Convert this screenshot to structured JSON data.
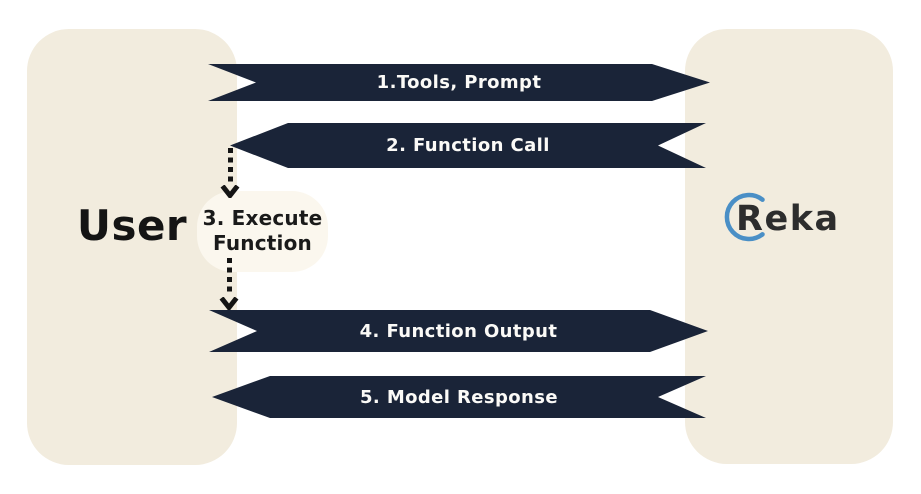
{
  "diagram": {
    "title_semantic": "function-calling-flow-between-user-and-reka",
    "colors": {
      "background": "#ffffff",
      "panel_fill": "#f2ecde",
      "banner_fill": "#1a2438",
      "banner_text": "#fbfaf7",
      "blob_fill": "#fbf7ee",
      "dark_text": "#141414",
      "logo_circle_blue": "#4a8fc6",
      "logo_text_dark": "#2d2d2d"
    },
    "left_panel": {
      "label": "User"
    },
    "right_panel": {
      "logo_text": "Reka"
    },
    "steps": [
      {
        "id": 1,
        "label": "1.Tools, Prompt",
        "direction": "right",
        "from": "User",
        "to": "Reka"
      },
      {
        "id": 2,
        "label": "2. Function Call",
        "direction": "left",
        "from": "Reka",
        "to": "User"
      },
      {
        "id": 3,
        "label_line1": "3. Execute",
        "label_line2": "Function",
        "direction": "down",
        "from": "User",
        "to": "User"
      },
      {
        "id": 4,
        "label": "4. Function Output",
        "direction": "right",
        "from": "User",
        "to": "Reka"
      },
      {
        "id": 5,
        "label": "5. Model Response",
        "direction": "left",
        "from": "Reka",
        "to": "User"
      }
    ]
  }
}
